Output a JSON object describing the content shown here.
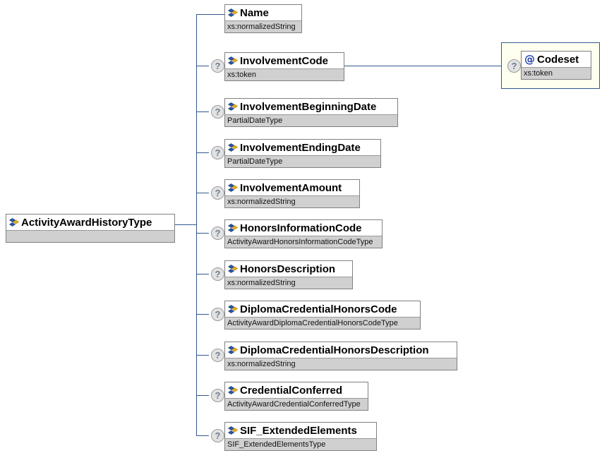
{
  "diagram": {
    "kind": "xsd-schema-tree",
    "background_color": "#ffffff",
    "connector_color": "#31588f",
    "node_border_color": "#808080",
    "type_row_color": "#d0d0d0",
    "attribute_box_fill": "#fffff0",
    "attribute_box_border": "#31588f",
    "optional_marker_glyph": "?"
  },
  "root": {
    "name": "ActivityAwardHistoryType",
    "type": "",
    "icon": "element-icon",
    "optional": false
  },
  "children": [
    {
      "name": "Name",
      "type": "xs:normalizedString",
      "icon": "element-icon",
      "optional": false
    },
    {
      "name": "InvolvementCode",
      "type": "xs:token",
      "icon": "element-icon",
      "optional": true
    },
    {
      "name": "InvolvementBeginningDate",
      "type": "PartialDateType",
      "icon": "element-icon",
      "optional": true
    },
    {
      "name": "InvolvementEndingDate",
      "type": "PartialDateType",
      "icon": "element-icon",
      "optional": true
    },
    {
      "name": "InvolvementAmount",
      "type": "xs:normalizedString",
      "icon": "element-icon",
      "optional": true
    },
    {
      "name": "HonorsInformationCode",
      "type": "ActivityAwardHonorsInformationCodeType",
      "icon": "element-icon",
      "optional": true
    },
    {
      "name": "HonorsDescription",
      "type": "xs:normalizedString",
      "icon": "element-icon",
      "optional": true
    },
    {
      "name": "DiplomaCredentialHonorsCode",
      "type": "ActivityAwardDiplomaCredentialHonorsCodeType",
      "icon": "element-icon",
      "optional": true
    },
    {
      "name": "DiplomaCredentialHonorsDescription",
      "type": "xs:normalizedString",
      "icon": "element-icon",
      "optional": true
    },
    {
      "name": "CredentialConferred",
      "type": "ActivityAwardCredentialConferredType",
      "icon": "element-icon",
      "optional": true
    },
    {
      "name": "SIF_ExtendedElements",
      "type": "SIF_ExtendedElementsType",
      "icon": "element-icon",
      "optional": true
    }
  ],
  "attribute_node": {
    "parent": "InvolvementCode",
    "name": "Codeset",
    "type": "xs:token",
    "icon": "attribute-icon",
    "icon_glyph": "@",
    "optional": true
  }
}
